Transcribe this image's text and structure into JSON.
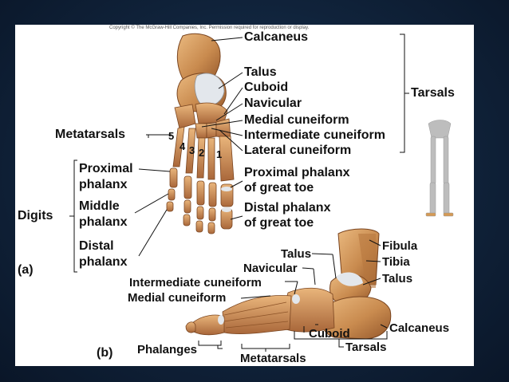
{
  "copyright": "Copyright © The McGraw-Hill Companies, Inc. Permission required for reproduction or display.",
  "panel_a": {
    "letter": "(a)",
    "calcaneus": "Calcaneus",
    "talus": "Talus",
    "cuboid": "Cuboid",
    "navicular": "Navicular",
    "medial_cuneiform": "Medial cuneiform",
    "intermediate_cuneiform": "Intermediate cuneiform",
    "lateral_cuneiform": "Lateral cuneiform",
    "tarsals": "Tarsals",
    "metatarsals": "Metatarsals",
    "digits": "Digits",
    "proximal_phalanx_1": "Proximal",
    "proximal_phalanx_2": "phalanx",
    "middle_phalanx_1": "Middle",
    "middle_phalanx_2": "phalanx",
    "distal_phalanx_1": "Distal",
    "distal_phalanx_2": "phalanx",
    "prox_great_toe_1": "Proximal phalanx",
    "prox_great_toe_2": "of great toe",
    "dist_great_toe_1": "Distal phalanx",
    "dist_great_toe_2": "of great toe",
    "numbers": [
      "5",
      "4",
      "3",
      "2",
      "1"
    ]
  },
  "panel_b": {
    "letter": "(b)",
    "talus": "Talus",
    "navicular": "Navicular",
    "intermediate_cuneiform": "Intermediate cuneiform",
    "medial_cuneiform": "Medial cuneiform",
    "fibula": "Fibula",
    "tibia": "Tibia",
    "talus_right": "Talus",
    "cuboid": "Cuboid",
    "calcaneus": "Calcaneus",
    "phalanges": "Phalanges",
    "metatarsals": "Metatarsals",
    "tarsals": "Tarsals"
  },
  "colors": {
    "background": "#10233b",
    "bone": "#c98b4f",
    "bone_light": "#e8b77e",
    "bone_dark": "#8d5328",
    "cartilage": "#dfe6ee",
    "skeleton_icon": "#b9b9b9"
  }
}
